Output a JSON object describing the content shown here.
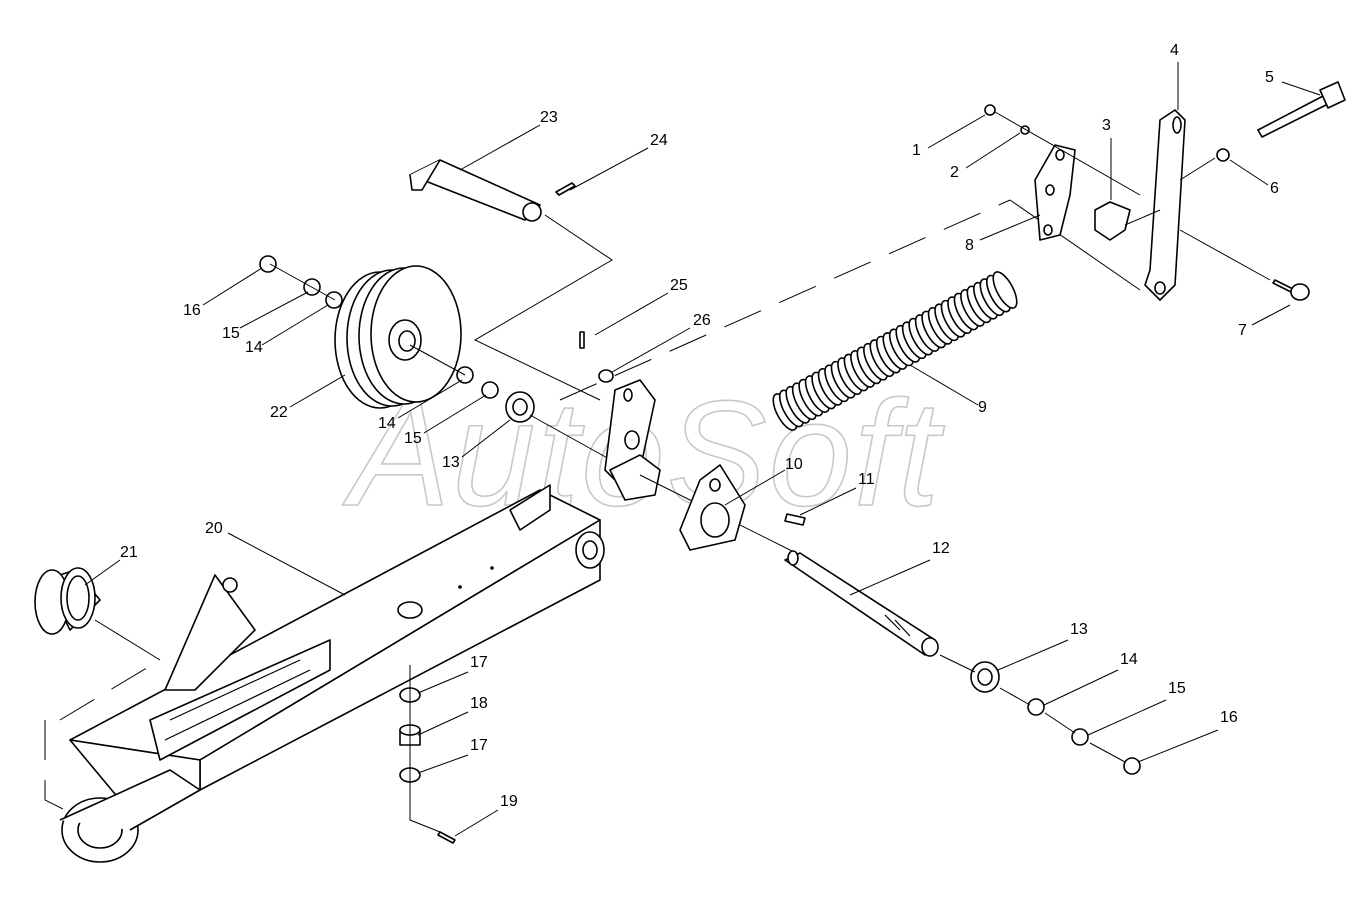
{
  "watermark": "AutoSoft",
  "callouts": [
    {
      "id": "c1",
      "label": "1"
    },
    {
      "id": "c2",
      "label": "2"
    },
    {
      "id": "c3",
      "label": "3"
    },
    {
      "id": "c4",
      "label": "4"
    },
    {
      "id": "c5",
      "label": "5"
    },
    {
      "id": "c6",
      "label": "6"
    },
    {
      "id": "c7",
      "label": "7"
    },
    {
      "id": "c8",
      "label": "8"
    },
    {
      "id": "c9",
      "label": "9"
    },
    {
      "id": "c10",
      "label": "10"
    },
    {
      "id": "c11",
      "label": "11"
    },
    {
      "id": "c12",
      "label": "12"
    },
    {
      "id": "c13a",
      "label": "13"
    },
    {
      "id": "c13b",
      "label": "13"
    },
    {
      "id": "c14a",
      "label": "14"
    },
    {
      "id": "c14b",
      "label": "14"
    },
    {
      "id": "c14c",
      "label": "14"
    },
    {
      "id": "c15a",
      "label": "15"
    },
    {
      "id": "c15b",
      "label": "15"
    },
    {
      "id": "c15c",
      "label": "15"
    },
    {
      "id": "c16a",
      "label": "16"
    },
    {
      "id": "c16b",
      "label": "16"
    },
    {
      "id": "c17a",
      "label": "17"
    },
    {
      "id": "c17b",
      "label": "17"
    },
    {
      "id": "c18",
      "label": "18"
    },
    {
      "id": "c19",
      "label": "19"
    },
    {
      "id": "c20",
      "label": "20"
    },
    {
      "id": "c21",
      "label": "21"
    },
    {
      "id": "c22",
      "label": "22"
    },
    {
      "id": "c23",
      "label": "23"
    },
    {
      "id": "c24",
      "label": "24"
    },
    {
      "id": "c25",
      "label": "25"
    },
    {
      "id": "c26",
      "label": "26"
    }
  ]
}
